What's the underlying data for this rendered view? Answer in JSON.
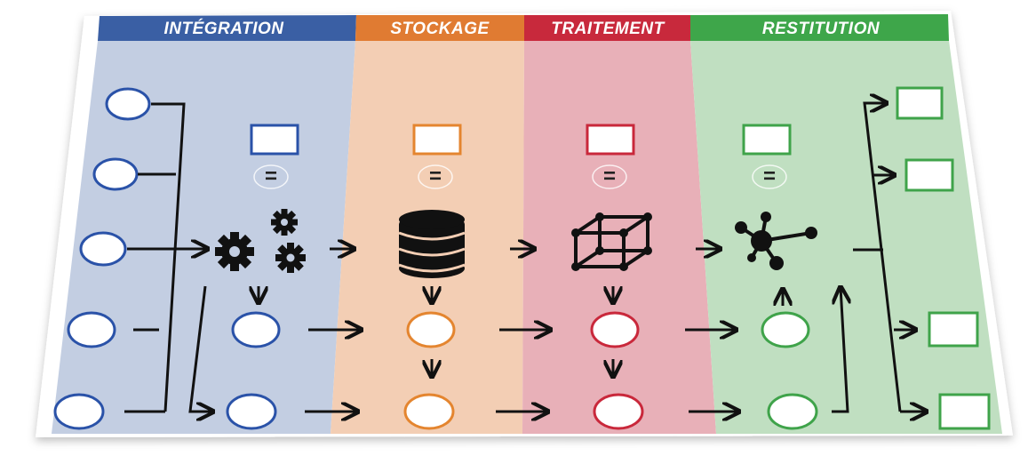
{
  "stages": [
    {
      "label": "INTÉGRATION",
      "header_color": "#3a5fa4",
      "panel_color": "#c3cee2",
      "accent": "#2a52a8"
    },
    {
      "label": "STOCKAGE",
      "header_color": "#e07b32",
      "panel_color": "#f3ceb4",
      "accent": "#e4852f"
    },
    {
      "label": "TRAITEMENT",
      "header_color": "#c8293c",
      "panel_color": "#e8b0b8",
      "accent": "#c9283b"
    },
    {
      "label": "RESTITUTION",
      "header_color": "#3ea64a",
      "panel_color": "#c0dfc1",
      "accent": "#3fa34a"
    }
  ],
  "equals_sign": "=",
  "icons": [
    "gears-icon",
    "database-icon",
    "cube-icon",
    "network-hub-icon"
  ]
}
